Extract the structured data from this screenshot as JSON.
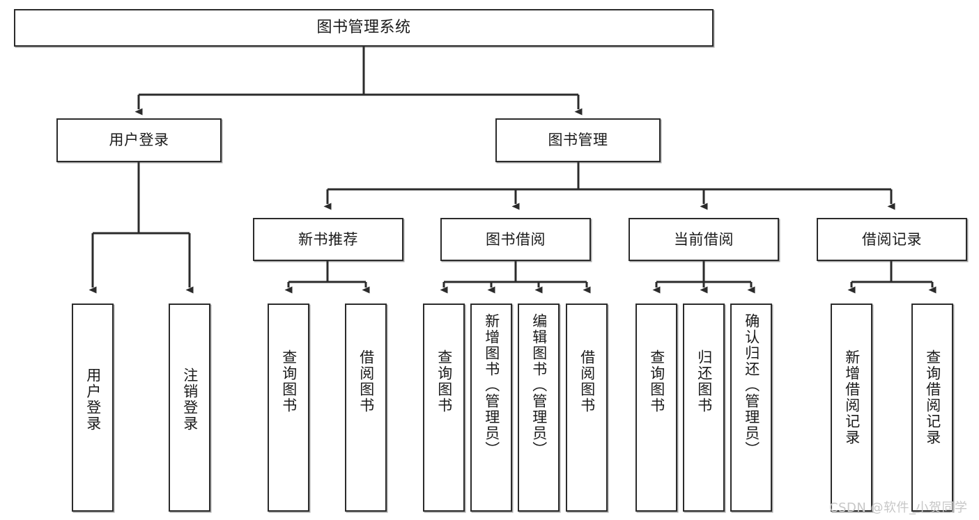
{
  "diagram": {
    "title": "图书管理系统",
    "type": "hierarchy-tree",
    "root": {
      "id": "root",
      "label": "图书管理系统"
    },
    "level2": [
      {
        "id": "user-login",
        "label": "用户登录"
      },
      {
        "id": "book-manage",
        "label": "图书管理"
      }
    ],
    "level3": [
      {
        "id": "new-book-rec",
        "label": "新书推荐",
        "parent": "book-manage"
      },
      {
        "id": "book-borrow",
        "label": "图书借阅",
        "parent": "book-manage"
      },
      {
        "id": "current-borrow",
        "label": "当前借阅",
        "parent": "book-manage"
      },
      {
        "id": "borrow-record",
        "label": "借阅记录",
        "parent": "book-manage"
      }
    ],
    "leaves": [
      {
        "id": "leaf-user-login",
        "label": "用户登录",
        "parent": "user-login"
      },
      {
        "id": "leaf-user-logout",
        "label": "注销登录",
        "parent": "user-login"
      },
      {
        "id": "leaf-query-book-1",
        "label": "查询图书",
        "parent": "new-book-rec"
      },
      {
        "id": "leaf-borrow-book-1",
        "label": "借阅图书",
        "parent": "new-book-rec"
      },
      {
        "id": "leaf-query-book-2",
        "label": "查询图书",
        "parent": "book-borrow"
      },
      {
        "id": "leaf-add-book",
        "label": "新增图书（管理员）",
        "parent": "book-borrow"
      },
      {
        "id": "leaf-edit-book",
        "label": "编辑图书（管理员）",
        "parent": "book-borrow"
      },
      {
        "id": "leaf-borrow-book-2",
        "label": "借阅图书",
        "parent": "book-borrow"
      },
      {
        "id": "leaf-query-book-3",
        "label": "查询图书",
        "parent": "current-borrow"
      },
      {
        "id": "leaf-return-book",
        "label": "归还图书",
        "parent": "current-borrow"
      },
      {
        "id": "leaf-confirm-return",
        "label": "确认归还（管理员）",
        "parent": "current-borrow"
      },
      {
        "id": "leaf-add-record",
        "label": "新增借阅记录",
        "parent": "borrow-record"
      },
      {
        "id": "leaf-query-record",
        "label": "查询借阅记录",
        "parent": "borrow-record"
      }
    ]
  },
  "watermark": {
    "text": "CSDN @软件_小贺同学"
  },
  "colors": {
    "stroke": "#2b2b2b",
    "fill": "#ffffff",
    "text": "#1a1a1a",
    "watermark": "#c7c7c7"
  }
}
